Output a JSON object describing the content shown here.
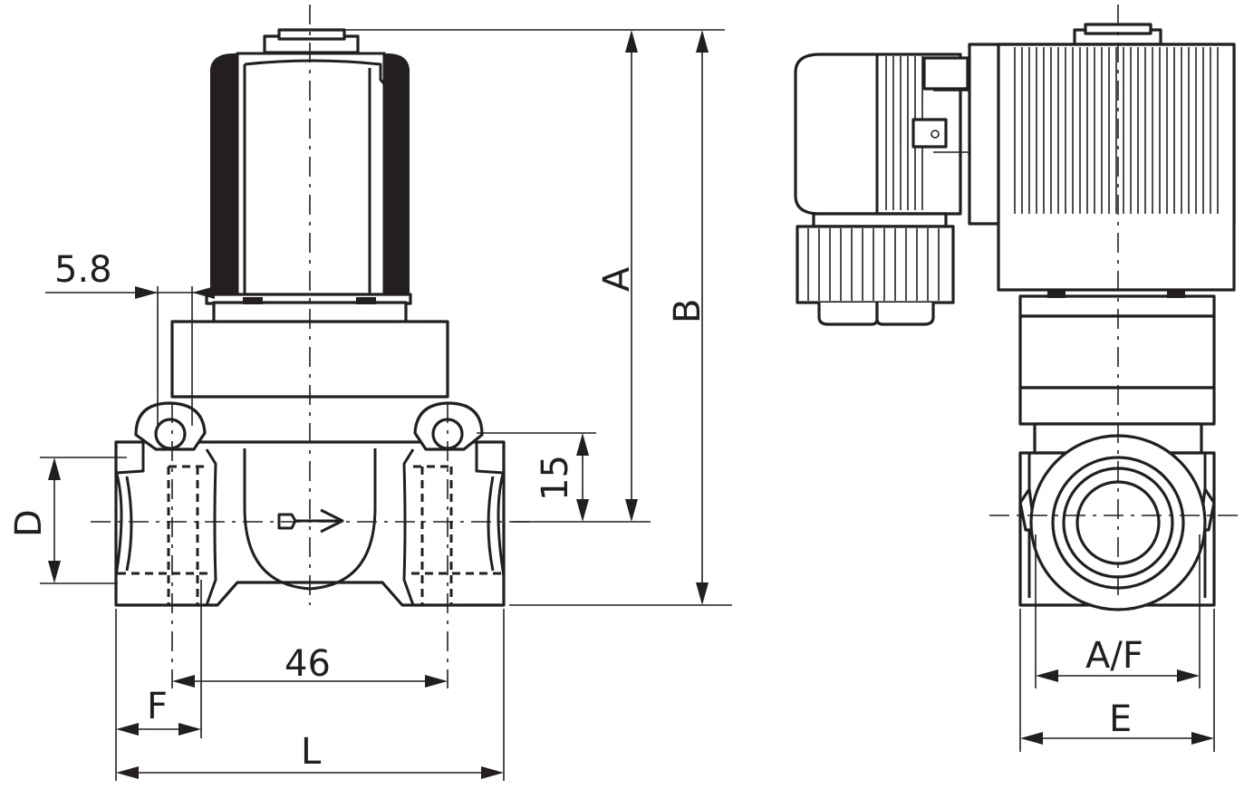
{
  "dimensions": {
    "screw_spacing": "5.8",
    "height_a": "A",
    "height_b": "B",
    "port_offset": "15",
    "port_diameter": "D",
    "port_pitch": "46",
    "thread_length": "F",
    "body_length": "L",
    "across_flats": "A/F",
    "body_width": "E"
  },
  "colors": {
    "line": "#231f20",
    "background": "#ffffff"
  }
}
